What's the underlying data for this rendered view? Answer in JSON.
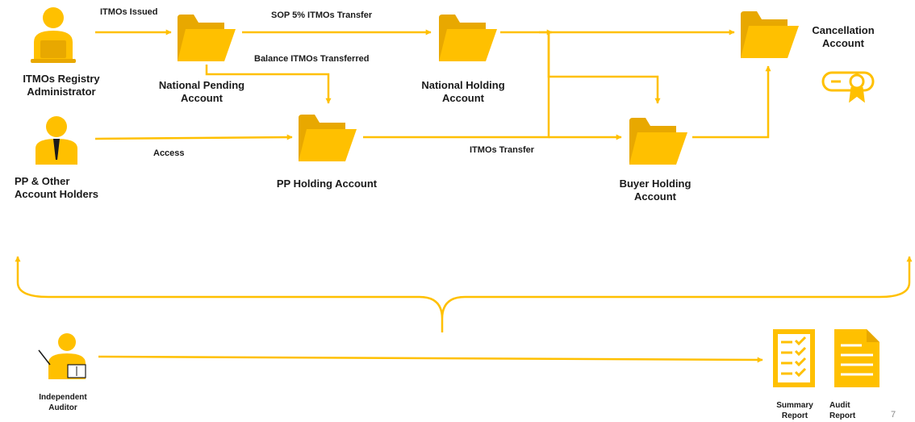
{
  "colors": {
    "accent": "#FFC000",
    "text": "#1a1a1a"
  },
  "actors": {
    "registry_admin": {
      "line1": "ITMOs Registry",
      "line2": "Administrator",
      "icon": "person-laptop-icon"
    },
    "pp_holders": {
      "line1": "PP & Other",
      "line2": "Account Holders",
      "icon": "person-tie-icon"
    },
    "auditor": {
      "line1": "Independent",
      "line2": "Auditor",
      "icon": "teacher-icon"
    }
  },
  "accounts": {
    "national_pending": {
      "line1": "National Pending",
      "line2": "Account"
    },
    "national_holding": {
      "line1": "National Holding",
      "line2": "Account"
    },
    "cancellation": {
      "line1": "Cancellation",
      "line2": "Account"
    },
    "pp_holding": {
      "line1": "PP Holding Account"
    },
    "buyer_holding": {
      "line1": "Buyer Holding",
      "line2": "Account"
    }
  },
  "flows": {
    "itmos_issued": "ITMOs Issued",
    "sop_transfer": "SOP 5% ITMOs Transfer",
    "balance_transferred": "Balance ITMOs Transferred",
    "access": "Access",
    "itmos_transfer": "ITMOs Transfer"
  },
  "reports": {
    "summary": {
      "line1": "Summary",
      "line2": "Report"
    },
    "audit": {
      "line1": "Audit",
      "line2": "Report"
    }
  },
  "page_number": "7"
}
